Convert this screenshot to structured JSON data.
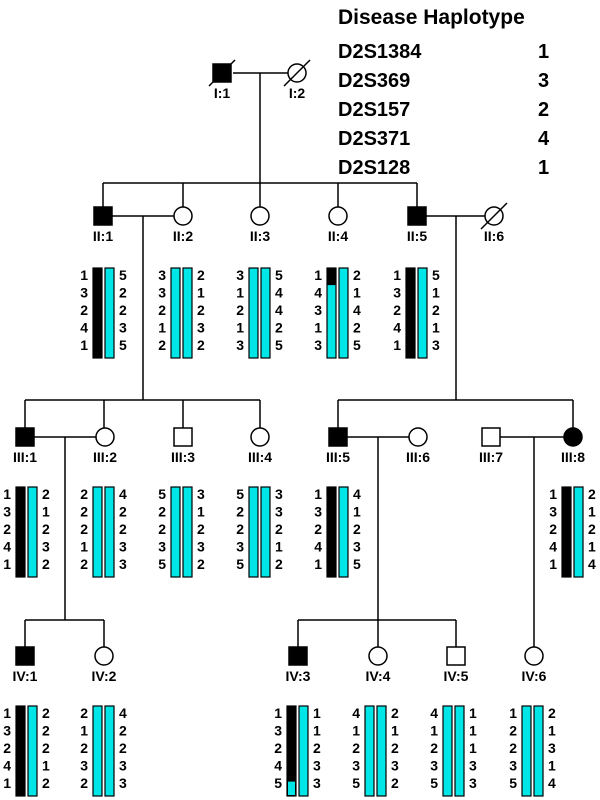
{
  "legend": {
    "title": "Disease Haplotype",
    "markers": [
      {
        "name": "D2S1384",
        "allele": "1"
      },
      {
        "name": "D2S369",
        "allele": "3"
      },
      {
        "name": "D2S157",
        "allele": "2"
      },
      {
        "name": "D2S371",
        "allele": "4"
      },
      {
        "name": "D2S128",
        "allele": "1"
      }
    ]
  },
  "colors": {
    "affected": "#000000",
    "disease_bar": "#000000",
    "normal_bar": "#00e5e5",
    "line": "#000000"
  },
  "individuals": [
    {
      "id": "I:1",
      "sex": "male",
      "affected": true,
      "deceased": true
    },
    {
      "id": "I:2",
      "sex": "female",
      "affected": false,
      "deceased": true
    },
    {
      "id": "II:1",
      "sex": "male",
      "affected": true,
      "left": [
        "1",
        "3",
        "2",
        "4",
        "1"
      ],
      "right": [
        "5",
        "2",
        "2",
        "3",
        "5"
      ],
      "left_bar": "disease",
      "right_bar": "normal"
    },
    {
      "id": "II:2",
      "sex": "female",
      "affected": false,
      "left": [
        "3",
        "3",
        "2",
        "1",
        "2"
      ],
      "right": [
        "2",
        "1",
        "2",
        "3",
        "2"
      ],
      "left_bar": "normal",
      "right_bar": "normal"
    },
    {
      "id": "II:3",
      "sex": "female",
      "affected": false,
      "left": [
        "3",
        "1",
        "2",
        "1",
        "3"
      ],
      "right": [
        "5",
        "4",
        "4",
        "2",
        "5"
      ],
      "left_bar": "normal",
      "right_bar": "normal"
    },
    {
      "id": "II:4",
      "sex": "female",
      "affected": false,
      "left": [
        "1",
        "4",
        "3",
        "1",
        "3"
      ],
      "right": [
        "2",
        "1",
        "4",
        "2",
        "5"
      ],
      "left_bar": "recomb_top",
      "right_bar": "normal"
    },
    {
      "id": "II:5",
      "sex": "male",
      "affected": true,
      "left": [
        "1",
        "3",
        "2",
        "4",
        "1"
      ],
      "right": [
        "5",
        "1",
        "2",
        "1",
        "3"
      ],
      "left_bar": "disease",
      "right_bar": "normal"
    },
    {
      "id": "II:6",
      "sex": "female",
      "affected": false,
      "deceased": true
    },
    {
      "id": "III:1",
      "sex": "male",
      "affected": true,
      "left": [
        "1",
        "3",
        "2",
        "4",
        "1"
      ],
      "right": [
        "2",
        "1",
        "2",
        "3",
        "2"
      ],
      "left_bar": "disease",
      "right_bar": "normal"
    },
    {
      "id": "III:2",
      "sex": "female",
      "affected": false,
      "left": [
        "2",
        "2",
        "2",
        "1",
        "2"
      ],
      "right": [
        "4",
        "2",
        "2",
        "3",
        "3"
      ],
      "left_bar": "normal",
      "right_bar": "normal"
    },
    {
      "id": "III:3",
      "sex": "male",
      "affected": false,
      "left": [
        "5",
        "2",
        "2",
        "3",
        "5"
      ],
      "right": [
        "3",
        "1",
        "2",
        "3",
        "2"
      ],
      "left_bar": "normal",
      "right_bar": "normal"
    },
    {
      "id": "III:4",
      "sex": "female",
      "affected": false,
      "left": [
        "5",
        "2",
        "2",
        "3",
        "5"
      ],
      "right": [
        "3",
        "3",
        "2",
        "1",
        "2"
      ],
      "left_bar": "normal",
      "right_bar": "normal"
    },
    {
      "id": "III:5",
      "sex": "male",
      "affected": true,
      "left": [
        "1",
        "3",
        "2",
        "4",
        "1"
      ],
      "right": [
        "4",
        "1",
        "2",
        "3",
        "5"
      ],
      "left_bar": "disease",
      "right_bar": "normal"
    },
    {
      "id": "III:6",
      "sex": "female",
      "affected": false
    },
    {
      "id": "III:7",
      "sex": "male",
      "affected": false
    },
    {
      "id": "III:8",
      "sex": "female",
      "affected": true,
      "left": [
        "1",
        "3",
        "2",
        "4",
        "1"
      ],
      "right": [
        "2",
        "1",
        "2",
        "1",
        "4"
      ],
      "left_bar": "disease",
      "right_bar": "normal"
    },
    {
      "id": "IV:1",
      "sex": "male",
      "affected": true,
      "left": [
        "1",
        "3",
        "2",
        "4",
        "1"
      ],
      "right": [
        "2",
        "2",
        "2",
        "1",
        "2"
      ],
      "left_bar": "disease",
      "right_bar": "normal"
    },
    {
      "id": "IV:2",
      "sex": "female",
      "affected": false,
      "left": [
        "2",
        "1",
        "2",
        "3",
        "2"
      ],
      "right": [
        "4",
        "2",
        "2",
        "3",
        "3"
      ],
      "left_bar": "normal",
      "right_bar": "normal"
    },
    {
      "id": "IV:3",
      "sex": "male",
      "affected": true,
      "left": [
        "1",
        "3",
        "2",
        "4",
        "5"
      ],
      "right": [
        "1",
        "1",
        "2",
        "3",
        "3"
      ],
      "left_bar": "recomb_bottom",
      "right_bar": "normal"
    },
    {
      "id": "IV:4",
      "sex": "female",
      "affected": false,
      "left": [
        "4",
        "1",
        "2",
        "3",
        "5"
      ],
      "right": [
        "2",
        "1",
        "2",
        "3",
        "2"
      ],
      "left_bar": "normal",
      "right_bar": "normal"
    },
    {
      "id": "IV:5",
      "sex": "male",
      "affected": false,
      "left": [
        "4",
        "1",
        "2",
        "3",
        "5"
      ],
      "right": [
        "1",
        "1",
        "1",
        "3",
        "3"
      ],
      "left_bar": "normal",
      "right_bar": "normal"
    },
    {
      "id": "IV:6",
      "sex": "female",
      "affected": false,
      "left": [
        "1",
        "2",
        "2",
        "3",
        "5"
      ],
      "right": [
        "2",
        "1",
        "3",
        "1",
        "4"
      ],
      "left_bar": "normal",
      "right_bar": "normal"
    }
  ]
}
